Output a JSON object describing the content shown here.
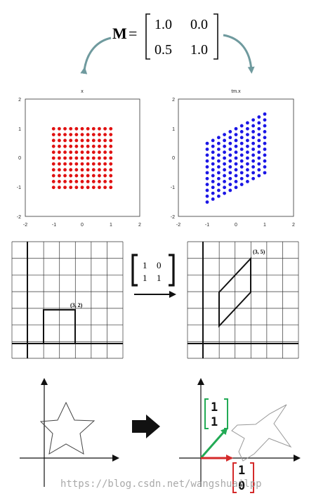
{
  "matrix_label": {
    "name": "M",
    "equals": "=",
    "rows": [
      [
        "1.0",
        "0.0"
      ],
      [
        "0.5",
        "1.0"
      ]
    ]
  },
  "plot_left": {
    "title": "x",
    "xticks": [
      "-2",
      "-1",
      "0",
      "1",
      "2"
    ],
    "yticks": [
      "2",
      "1",
      "0",
      "-1",
      "-2"
    ],
    "point_color": "#e11111",
    "grid_min": -1,
    "grid_max": 1,
    "grid_n": 11
  },
  "plot_right": {
    "title": "tm.x",
    "xticks": [
      "-2",
      "-1",
      "0",
      "1",
      "2"
    ],
    "yticks": [
      "2",
      "1",
      "0",
      "-1",
      "-2"
    ],
    "point_color": "#1b16e6",
    "shear": 0.5
  },
  "grid_left": {
    "point_label": "(3, 2)"
  },
  "grid_right": {
    "point_label": "(3, 5)"
  },
  "shear_matrix": {
    "rows": [
      [
        "1",
        "0"
      ],
      [
        "1",
        "1"
      ]
    ]
  },
  "vec_green": {
    "values": [
      "1",
      "1"
    ],
    "color": "#22aa55"
  },
  "vec_red": {
    "values": [
      "1",
      "0"
    ],
    "color": "#d42a2a"
  },
  "watermark": "https://blog.csdn.net/wangshuailpp"
}
